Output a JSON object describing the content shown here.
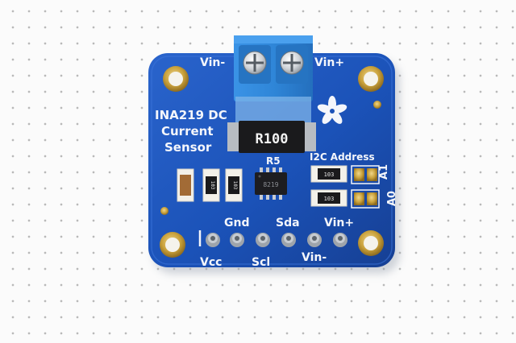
{
  "board": {
    "title_line1": "INA219 DC",
    "title_line2": "Current",
    "title_line3": "Sensor",
    "terminal_left": "Vin-",
    "terminal_right": "Vin+",
    "shunt_value": "R100",
    "resistor_designator": "R5",
    "chip_marking": "8219",
    "address_heading": "I2C Address",
    "resistor_code": "103",
    "addr_a1": "A1",
    "addr_a0": "A0",
    "pin_vcc": "Vcc",
    "pin_gnd": "Gnd",
    "pin_scl": "Scl",
    "pin_sda": "Sda",
    "pin_vin_minus": "Vin-",
    "pin_vin_plus": "Vin+"
  },
  "colors": {
    "pcb": "#1b52b8",
    "terminal_block": "#2f86d8",
    "gold": "#c9a13b"
  }
}
